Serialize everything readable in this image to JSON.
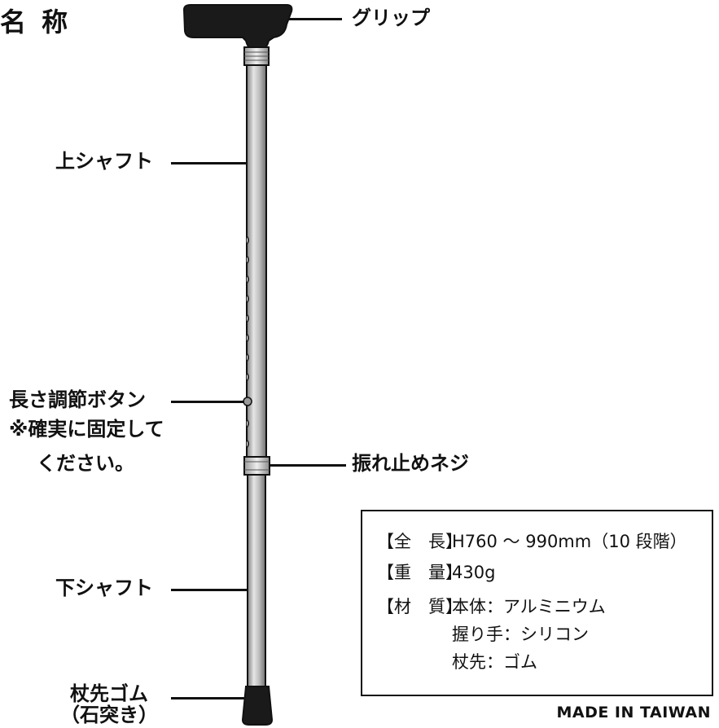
{
  "title": "名 称",
  "labels": {
    "grip": "グリップ",
    "upper_shaft": "上シャフト",
    "adjust_button": "長さ調節ボタン",
    "note_line1": "※確実に固定して",
    "note_line2": "ください。",
    "anti_wobble_screw": "振れ止めネジ",
    "lower_shaft": "下シャフト",
    "tip_rubber": "杖先ゴム",
    "tip_rubber_note": "（石突き）"
  },
  "specs": [
    {
      "key": "【全　長】",
      "value": "H760 ～ 990mm（10 段階）"
    },
    {
      "key": "【重　量】",
      "value": "430g"
    },
    {
      "key": "【材　質】",
      "value": "本体：アルミニウム"
    },
    {
      "key": "",
      "value": "握り手：シリコン"
    },
    {
      "key": "",
      "value": "杖先：ゴム"
    }
  ],
  "made_in": "MADE IN TAIWAN",
  "colors": {
    "ink": "#111111",
    "shaft_light": "#d9d9d9",
    "shaft_dark": "#8a8a8a",
    "grip": "#1a1a1a"
  }
}
